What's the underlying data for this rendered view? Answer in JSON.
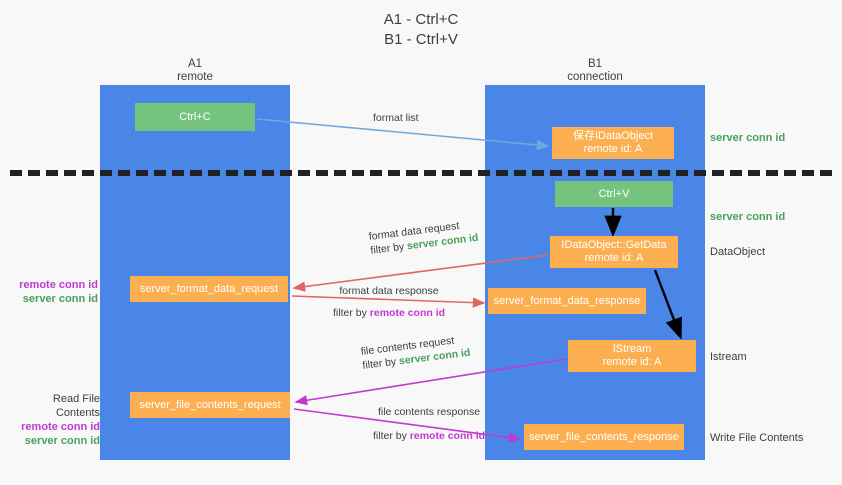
{
  "title": {
    "line1": "A1 - Ctrl+C",
    "line2": "B1 - Ctrl+V"
  },
  "lanes": [
    {
      "id": "a1",
      "name": "A1",
      "role": "remote"
    },
    {
      "id": "b1",
      "name": "B1",
      "role": "connection"
    }
  ],
  "nodes": {
    "ctrl_c": {
      "label": "Ctrl+C",
      "color": "#74c47e"
    },
    "save_idataobject": {
      "line1": "保存IDataObject",
      "line2": "remote id: A",
      "color": "#fcaf51"
    },
    "ctrl_v": {
      "label": "Ctrl+V",
      "color": "#74c47e"
    },
    "getdata": {
      "line1": "IDataObject::GetData",
      "line2": "remote id: A",
      "color": "#fcaf51"
    },
    "server_format_data_request": {
      "label": "server_format_data_request",
      "color": "#fcaf51"
    },
    "server_format_data_response": {
      "label": "server_format_data_response",
      "color": "#fcaf51"
    },
    "istream": {
      "line1": "IStream",
      "line2": "remote id: A",
      "color": "#fcaf51"
    },
    "server_file_contents_request": {
      "label": "server_file_contents_request",
      "color": "#fcaf51"
    },
    "server_file_contents_response": {
      "label": "server_file_contents_response",
      "color": "#fcaf51"
    }
  },
  "edges": {
    "format_list": {
      "label": "format list",
      "color": "#6fa8dc"
    },
    "format_data_request": {
      "label": "format data request",
      "filter_prefix": "filter by ",
      "filter_key": "server conn id",
      "color": "#e06666"
    },
    "format_data_response": {
      "label": "format data response",
      "filter_prefix": "filter by ",
      "filter_key": "remote conn id",
      "color": "#e06666"
    },
    "file_contents_request": {
      "label": "file contents request",
      "filter_prefix": "filter by ",
      "filter_key": "server conn id",
      "color": "#c03ad0"
    },
    "file_contents_response": {
      "label": "file contents response",
      "filter_prefix": "filter by ",
      "filter_key": "remote conn id",
      "color": "#c03ad0"
    }
  },
  "annotations": {
    "right": [
      {
        "text": "server conn id",
        "color": "#4aa05a"
      },
      {
        "text": "server conn id",
        "color": "#4aa05a"
      },
      {
        "text": "DataObject",
        "color": "#3c4043"
      },
      {
        "text": "Istream",
        "color": "#3c4043"
      },
      {
        "text": "Write File Contents",
        "color": "#3c4043"
      }
    ],
    "left_group_1": {
      "remote": "remote conn id",
      "server": "server conn id"
    },
    "left_group_2": {
      "heading": "Read File Contents",
      "remote": "remote conn id",
      "server": "server conn id"
    }
  },
  "colors": {
    "lane": "#4a86e8",
    "green_box": "#74c47e",
    "orange_box": "#fcaf51",
    "green_text": "#4aa05a",
    "magenta_text": "#c03ad0",
    "red_arrow": "#e06666",
    "blue_arrow": "#6fa8dc",
    "black_arrow": "#000000",
    "background": "#f8f8f8"
  }
}
